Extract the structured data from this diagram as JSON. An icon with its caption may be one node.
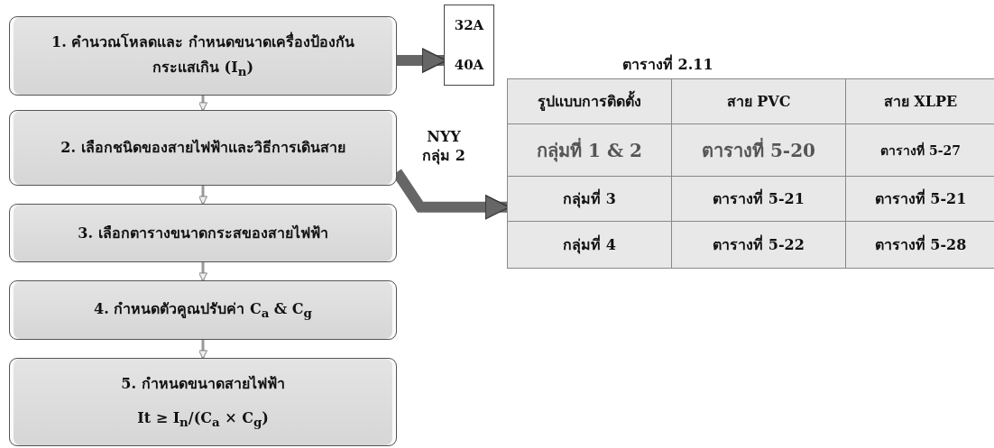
{
  "diagram": {
    "nodes": [
      {
        "text": [
          "1. คำนวณโหลดและ กำหนดขนาดเครื่องป้องกันกระแสเกิน (I$_{n}$)"
        ]
      },
      {
        "text": [
          "2. เลือกชนิดของสายไฟฟ้าและวิธีการเดินสาย"
        ]
      },
      {
        "text": [
          "3. เลือกตารางขนาดกระสของสายไฟฟ้า"
        ]
      },
      {
        "text": [
          "4. กำหนดตัวคูณปรับค่า C$_{a}$ & C$_{g}$"
        ]
      },
      {
        "text": [
          "5. กำหนดขนาดสายไฟฟ้า",
          "It ≥ I$_{n}$/(C$_{a}$ × C$_{g}$)"
        ]
      },
      {
        "text": [
          "32A",
          "40A"
        ]
      },
      {
        "text": [
          "ตารางที่ 2.11"
        ]
      }
    ],
    "edges": [
      {
        "from": 0,
        "to": 1,
        "arrow": "to"
      },
      {
        "from": 1,
        "to": 2,
        "arrow": "to"
      },
      {
        "from": 2,
        "to": 3,
        "arrow": "to"
      },
      {
        "from": 3,
        "to": 4,
        "arrow": "to"
      },
      {
        "from": 0,
        "to": 5,
        "arrow": "to",
        "style": "thick"
      },
      {
        "from": 1,
        "to": 6,
        "arrow": "to",
        "label": "NYY กลุ่ม 2",
        "style": "thick"
      }
    ],
    "labels": [
      "รูปแบบการติดตั้ง",
      "สาย PVC",
      "สาย XLPE",
      "กลุ่มที่ 1 & 2",
      "ตารางที่ 5-20",
      "ตารางที่ 5-27",
      "กลุ่มที่ 3",
      "ตารางที่ 5-21",
      "ตารางที่ 5-21",
      "กลุ่มที่ 4",
      "ตารางที่ 5-22",
      "ตารางที่ 5-28"
    ]
  }
}
